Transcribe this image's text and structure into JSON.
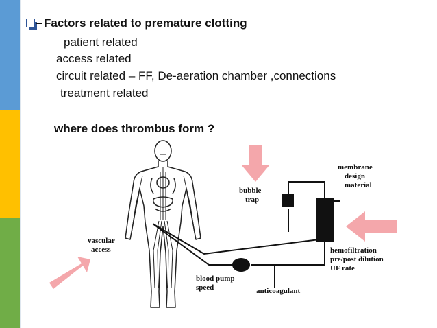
{
  "slide": {
    "bullet_dash": "–",
    "heading": "Factors related to premature clotting",
    "items": [
      "patient related",
      "access related",
      "circuit related – FF, De-aeration chamber ,connections",
      "treatment related"
    ],
    "question": "where does thrombus form ?"
  },
  "diagram": {
    "labels": {
      "membrane": "membrane",
      "design": "design",
      "material": "material",
      "bubble": "bubble",
      "trap": "trap",
      "vascular": "vascular",
      "access": "access",
      "hemofiltration": "hemofiltration",
      "predilution": "pre/post dilution",
      "uf_rate": "UF rate",
      "blood_pump": "blood pump",
      "speed": "speed",
      "anticoagulant": "anticoagulant"
    }
  },
  "colors": {
    "sidebar_blue": "#5b9bd5",
    "sidebar_yellow": "#ffc000",
    "sidebar_green": "#70ad47",
    "arrow_pink": "#f4a7ab",
    "bullet": "#2f5597"
  }
}
